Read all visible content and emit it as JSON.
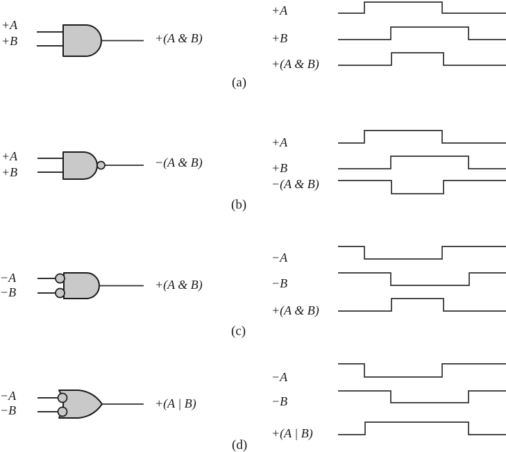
{
  "figure": {
    "type": "logic-gate-timing-diagram",
    "colors": {
      "gate_fill": "#c9c9c9",
      "gate_stroke": "#1a1a1a",
      "wire": "#2e2e2e",
      "waveform": "#2e2e2e",
      "text": "#1a1a1a",
      "background": "#ffffff"
    }
  },
  "rows": [
    {
      "id": "a",
      "caption": "(a)",
      "gate": {
        "type": "and",
        "input_bubbles": false,
        "output_bubble": false
      },
      "inputs": [
        {
          "label": "+A"
        },
        {
          "label": "+B"
        }
      ],
      "output_label": "+(A & B)",
      "waveforms": [
        {
          "label": "+A",
          "start_level": "low",
          "transitions_x": [
            525,
            637
          ]
        },
        {
          "label": "+B",
          "start_level": "low",
          "transitions_x": [
            563,
            675
          ]
        },
        {
          "label": "+(A & B)",
          "start_level": "low",
          "transitions_x": [
            564,
            639
          ]
        }
      ]
    },
    {
      "id": "b",
      "caption": "(b)",
      "gate": {
        "type": "and",
        "input_bubbles": false,
        "output_bubble": true
      },
      "inputs": [
        {
          "label": "+A"
        },
        {
          "label": "+B"
        }
      ],
      "output_label": "−(A & B)",
      "waveforms": [
        {
          "label": "+A",
          "start_level": "low",
          "transitions_x": [
            525,
            637
          ]
        },
        {
          "label": "+B",
          "start_level": "low",
          "transitions_x": [
            563,
            675
          ]
        },
        {
          "label": "−(A & B)",
          "start_level": "high",
          "transitions_x": [
            564,
            639
          ]
        }
      ]
    },
    {
      "id": "c",
      "caption": "(c)",
      "gate": {
        "type": "and",
        "input_bubbles": true,
        "output_bubble": false
      },
      "inputs": [
        {
          "label": "−A"
        },
        {
          "label": "−B"
        }
      ],
      "output_label": "+(A & B)",
      "waveforms": [
        {
          "label": "−A",
          "start_level": "high",
          "transitions_x": [
            525,
            637
          ]
        },
        {
          "label": "−B",
          "start_level": "high",
          "transitions_x": [
            563,
            676
          ]
        },
        {
          "label": "+(A & B)",
          "start_level": "low",
          "transitions_x": [
            564,
            639
          ]
        }
      ]
    },
    {
      "id": "d",
      "caption": "(d)",
      "gate": {
        "type": "or",
        "input_bubbles": true,
        "output_bubble": false
      },
      "inputs": [
        {
          "label": "−A"
        },
        {
          "label": "−B"
        }
      ],
      "output_label": "+(A | B)",
      "waveforms": [
        {
          "label": "−A",
          "start_level": "high",
          "transitions_x": [
            525,
            637
          ]
        },
        {
          "label": "−B",
          "start_level": "high",
          "transitions_x": [
            563,
            675
          ]
        },
        {
          "label": "+(A | B)",
          "start_level": "low",
          "transitions_x": [
            526,
            675
          ]
        }
      ]
    }
  ]
}
